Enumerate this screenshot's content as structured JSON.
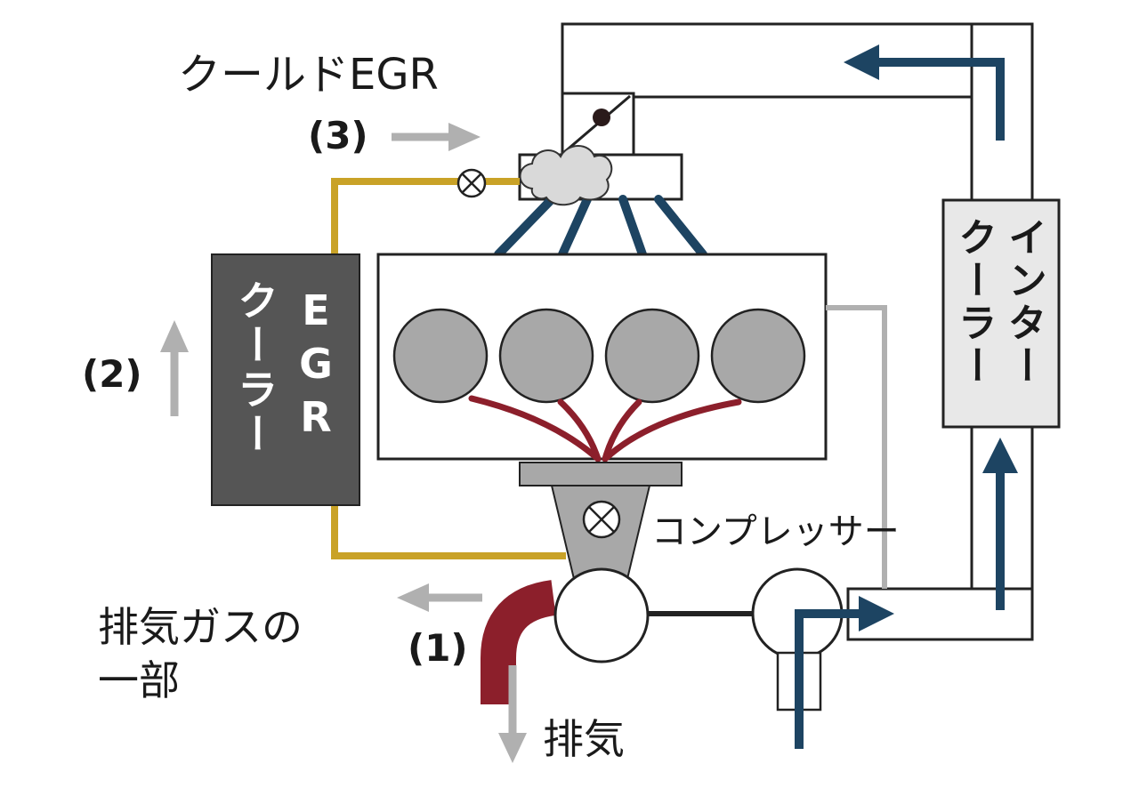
{
  "labels": {
    "cooled_egr": "クールドEGR",
    "step_3": "(3)",
    "step_2": "(2)",
    "step_1": "(1)",
    "egr_cooler_col1": "EGR",
    "egr_cooler_col2": "クーラー",
    "intercooler_col1": "インター",
    "intercooler_col2": "クーラー",
    "compressor": "コンプレッサー",
    "exhaust_part_line1": "排気ガスの",
    "exhaust_part_line2": "一部",
    "exhaust": "排気"
  },
  "colors": {
    "egr_pipe": "#c9a227",
    "intake_pipe": "#1d4462",
    "exhaust_pipe": "#8c1f2b",
    "egr_cooler_fill": "#555555",
    "cylinder_fill": "#a8a8a8",
    "flow_arrow_grey": "#b0b0b0",
    "intercooler_fill": "#e8e8e8",
    "outline": "#222222"
  }
}
